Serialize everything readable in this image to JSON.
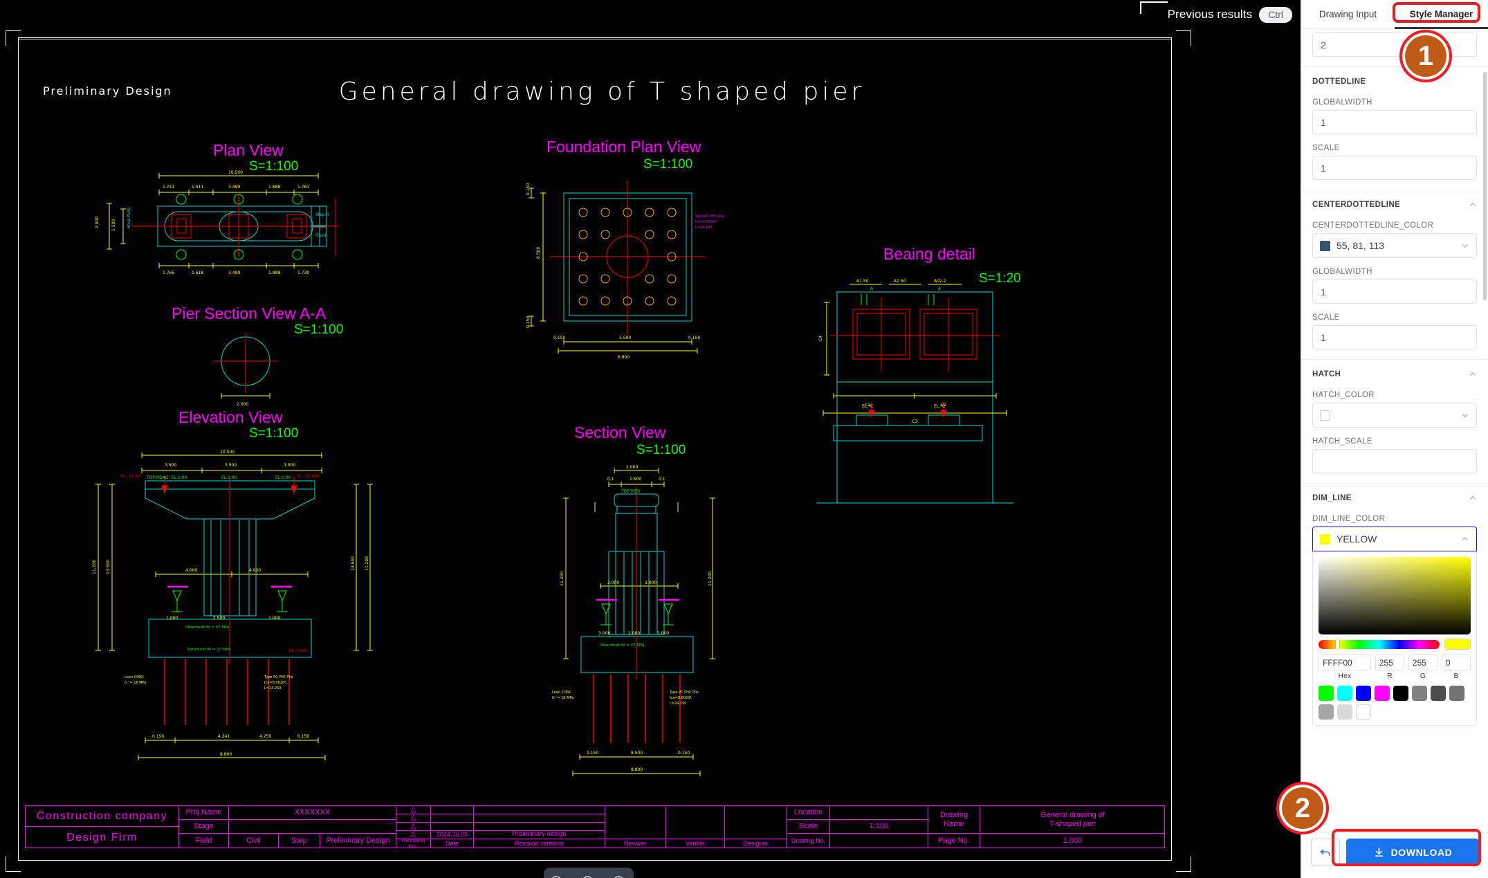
{
  "header": {
    "previous_results_label": "Previous results",
    "ctrl_chip": "Ctrl"
  },
  "panel": {
    "tabs": [
      {
        "label": "Drawing Input",
        "active": false
      },
      {
        "label": "Style Manager",
        "active": true
      }
    ],
    "top_field_value": "2",
    "sections": [
      {
        "title": "DOTTEDLINE",
        "fields": [
          {
            "label": "GLOBALWIDTH",
            "value": "1",
            "type": "text"
          },
          {
            "label": "SCALE",
            "value": "1",
            "type": "text"
          }
        ]
      },
      {
        "title": "CENTERDOTTEDLINE",
        "fields": [
          {
            "label": "CENTERDOTTEDLINE_COLOR",
            "value": "55, 81, 113",
            "type": "color",
            "swatch": "#37516f"
          },
          {
            "label": "GLOBALWIDTH",
            "value": "1",
            "type": "text"
          },
          {
            "label": "SCALE",
            "value": "1",
            "type": "text"
          }
        ]
      },
      {
        "title": "HATCH",
        "fields": [
          {
            "label": "HATCH_COLOR",
            "value": "",
            "type": "color",
            "swatch": ""
          },
          {
            "label": "HATCH_SCALE",
            "value": "",
            "type": "text"
          }
        ]
      },
      {
        "title": "DIM_LINE",
        "fields": [
          {
            "label": "DIM_LINE_COLOR",
            "value": "YELLOW",
            "type": "color",
            "swatch": "#ffff00"
          }
        ]
      }
    ],
    "color_picker": {
      "hex_label": "Hex",
      "hex_value": "FFFF00",
      "r_label": "R",
      "r_value": "255",
      "g_label": "G",
      "g_value": "255",
      "b_label": "B",
      "b_value": "0",
      "preview": "#ffff00",
      "swatches": [
        "#00ff00",
        "#00ffff",
        "#0000ff",
        "#ff00ff",
        "#000000",
        "#808080",
        "#4d4d4d",
        "#737373",
        "#a6a6a6",
        "#d9d9d9",
        "#ffffff"
      ]
    },
    "footer": {
      "undo_label": "",
      "download_label": "DOWNLOAD"
    }
  },
  "annotations": {
    "badges": [
      "1",
      "2"
    ]
  },
  "cad": {
    "preliminary_design": "Preliminary  Design",
    "title": "General  drawing  of  T  shaped  pier",
    "views": [
      {
        "name": "Plan View",
        "scale": "S=1:100"
      },
      {
        "name": "Foundation Plan View",
        "scale": "S=1:100"
      },
      {
        "name": "Pier Section View A-A",
        "scale": "S=1:100"
      },
      {
        "name": "Beaing detail",
        "scale": "S=1:20"
      },
      {
        "name": "Elevation View",
        "scale": "S=1:100"
      },
      {
        "name": "Section View",
        "scale": "S=1:100"
      }
    ],
    "zoom_tools": [
      {
        "name": "zoom-fit",
        "label": ""
      },
      {
        "name": "zoom-in",
        "label": ""
      },
      {
        "name": "zoom-out",
        "label": ""
      }
    ],
    "title_block": {
      "company": "Construction  company",
      "firm": "Design  Firm",
      "proj_name_label": "Proj.Name",
      "proj_name_value": "XXXXXXX",
      "stage_label": "Stage",
      "stage_value": "",
      "field_label": "Field",
      "field_value": "Civil",
      "step_label": "Step",
      "step_value": "Preliminary Design",
      "revision_no_label": "Revision No.",
      "date_label": "Date",
      "date_value": "2024.10.29",
      "revision_contents_label": "Revision contents",
      "revision_contents_value": "Preliminary design",
      "reviewer_label": "Reviwer",
      "verifier_label": "Verifier",
      "designer_label": "Designer",
      "location_label": "Location",
      "location_value": "",
      "scale_label": "Scale",
      "scale_value": "1:100",
      "drawing_no_label": "Drawing No.",
      "drawing_no_value": "",
      "drawing_name_label": "Drawing\nName",
      "drawing_name_value": "General drawing of\nT-shaped pier",
      "page_no_label": "Page No.",
      "page_no_value": "1.000"
    },
    "dimensions": {
      "plan": [
        "10.500",
        "1.741",
        "1.511",
        "3.499",
        "1.888",
        "1.761",
        "1.765",
        "1.618",
        "3.499",
        "1.888",
        "1.730",
        "2.000",
        "1.500"
      ],
      "foundation": [
        "8.500",
        "0.150",
        "5.500",
        "0.150",
        "6.800"
      ],
      "pier_section": [
        "2.500"
      ],
      "elevation": [
        "10.500",
        "3.500",
        "3.500",
        "3.500",
        "4.000",
        "2.500",
        "1.000",
        "2.500",
        "1.000",
        "0.150",
        "4.241",
        "4.259",
        "0.150",
        "8.800",
        "13.500",
        "11.200"
      ],
      "section": [
        "2.000",
        "0.1",
        "1.500",
        "0.1",
        "11.200",
        "1.500",
        "3.000",
        "2.000",
        "3.000",
        "0.150",
        "8.500",
        "0.150",
        "8.800"
      ]
    },
    "notes": [
      "TOP ROAD",
      "EL.0.00",
      "EL.11.50",
      "EL.11.490",
      "TOP PIER",
      "Structural fill = 27 MPa",
      "Lean CONC.  fc' = 18 MPa",
      "Type PC PHC Pile  fce=0.0020f,  L=24.250",
      "Type PC PHC Pile  fce=0.0020f,  L=24.250",
      "EL.-7.340"
    ]
  }
}
